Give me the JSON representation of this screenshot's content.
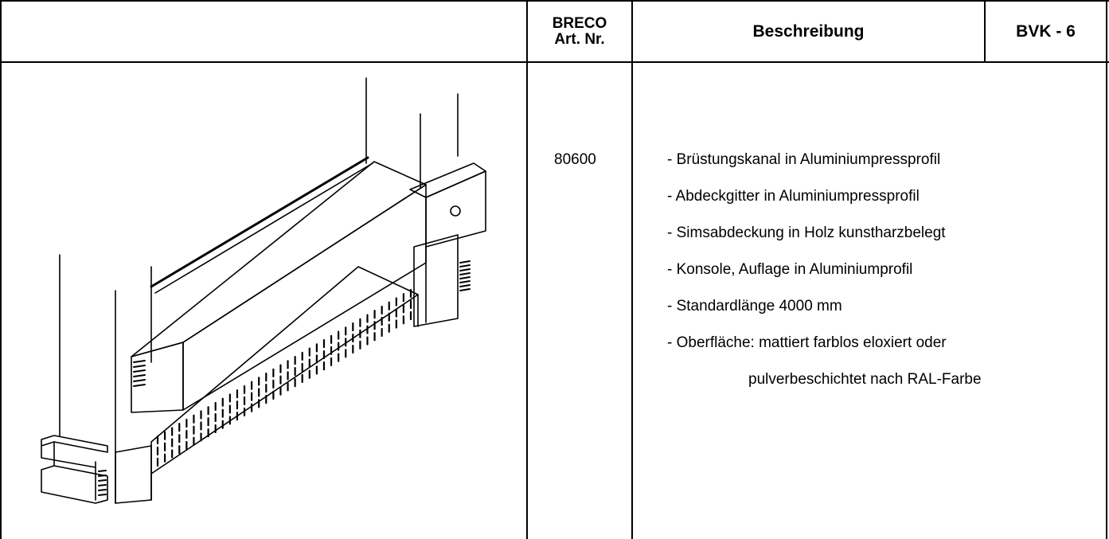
{
  "header": {
    "art_no_title_line1": "BRECO",
    "art_no_title_line2": "Art. Nr.",
    "description_title": "Beschreibung",
    "doc_code": "BVK - 6"
  },
  "row": {
    "article_number": "80600",
    "description_items": [
      "- Brüstungskanal in Aluminiumpressprofil",
      "- Abdeckgitter in Aluminiumpressprofil",
      "- Simsabdeckung in Holz kunstharzbelegt",
      "- Konsole, Auflage in Aluminiumprofil",
      "- Standardlänge 4000 mm",
      "- Oberfläche: mattiert farblos eloxiert oder",
      "pulverbeschichtet nach RAL-Farbe"
    ]
  },
  "drawing": {
    "label": "isometric drawing of parapet cable duct with grille",
    "grille_slots_lower": 36,
    "grille_slots_side": 8
  }
}
